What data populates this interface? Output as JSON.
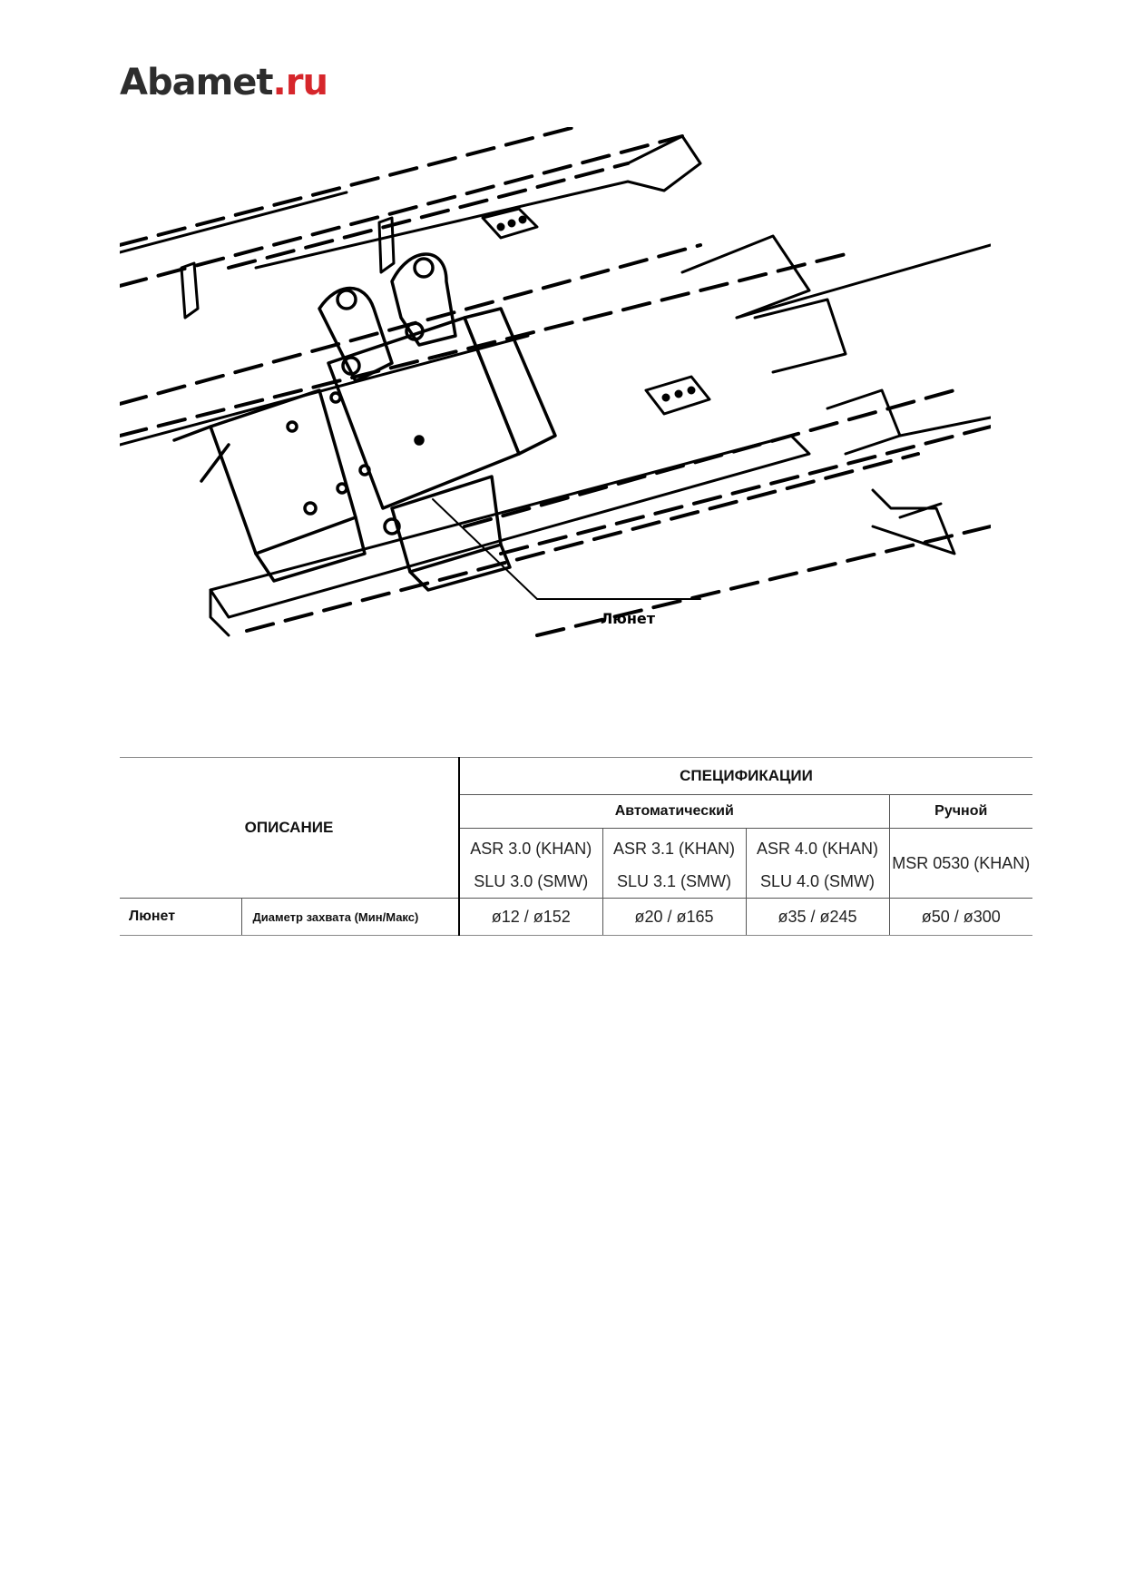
{
  "brand": {
    "main": "Abamet",
    "tld": ".ru",
    "colors": {
      "main": "#2d2d2d",
      "tld": "#d6262b"
    }
  },
  "drawing": {
    "callout": "Люнет"
  },
  "table": {
    "description_header": "ОПИСАНИЕ",
    "spec_header": "СПЕЦИФИКАЦИИ",
    "group_auto": "Автоматический",
    "group_manual": "Ручной",
    "models": [
      {
        "line1": "ASR 3.0 (KHAN)",
        "line2": "SLU 3.0 (SMW)"
      },
      {
        "line1": "ASR 3.1 (KHAN)",
        "line2": "SLU 3.1 (SMW)"
      },
      {
        "line1": "ASR 4.0 (KHAN)",
        "line2": "SLU 4.0 (SMW)"
      }
    ],
    "manual_model": "MSR 0530 (KHAN)",
    "row": {
      "item": "Люнет",
      "parameter": "Диаметр захвата (Мин/Макс)",
      "values": [
        "ø12 / ø152",
        "ø20 / ø165",
        "ø35 / ø245",
        "ø50 / ø300"
      ]
    }
  }
}
